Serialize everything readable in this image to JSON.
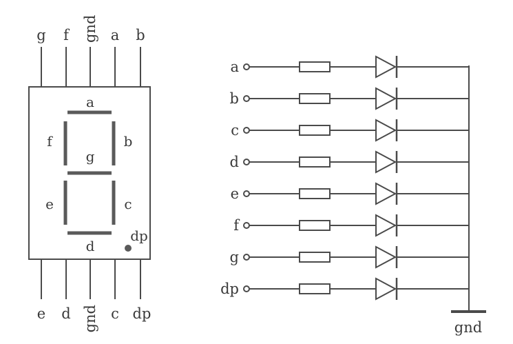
{
  "colors": {
    "line": "#4a4a4a",
    "segment": "#5a5a5a",
    "text": "#3a3a3a",
    "background": "#ffffff"
  },
  "left_diagram": {
    "top_pins": [
      "g",
      "f",
      "gnd",
      "a",
      "b"
    ],
    "bottom_pins": [
      "e",
      "d",
      "gnd",
      "c",
      "dp"
    ],
    "segment_labels": {
      "a": "a",
      "b": "b",
      "c": "c",
      "d": "d",
      "e": "e",
      "f": "f",
      "g": "g",
      "dp": "dp"
    }
  },
  "right_diagram": {
    "channels": [
      "a",
      "b",
      "c",
      "d",
      "e",
      "f",
      "g",
      "dp"
    ],
    "ground_label": "gnd"
  }
}
